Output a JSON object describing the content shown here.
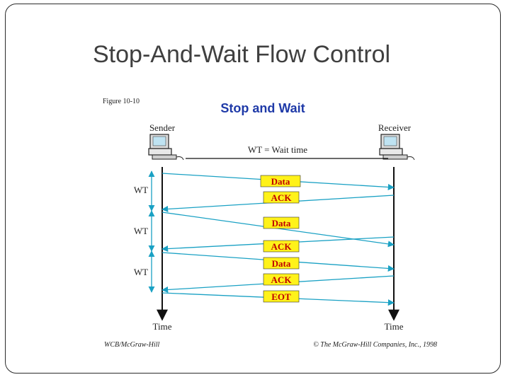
{
  "slide": {
    "title": "Stop-And-Wait Flow Control"
  },
  "figure": {
    "figure_label": "Figure 10-10",
    "title": "Stop and Wait",
    "sender_label": "Sender",
    "receiver_label": "Receiver",
    "wait_time_legend": "WT = Wait time",
    "wt_labels": [
      "WT",
      "WT",
      "WT"
    ],
    "frames": [
      "Data",
      "ACK",
      "Data",
      "ACK",
      "Data",
      "ACK",
      "EOT"
    ],
    "time_label_left": "Time",
    "time_label_right": "Time",
    "footer_left": "WCB/McGraw-Hill",
    "footer_right": "© The McGraw-Hill Companies, Inc., 1998",
    "colors": {
      "title_blue": "#1f3aa8",
      "arrow_teal": "#1aa1c4",
      "frame_fill": "#fff21a",
      "frame_text": "#c00000",
      "line_dark": "#111111"
    },
    "icons": [
      "computer-icon",
      "computer-icon"
    ]
  }
}
